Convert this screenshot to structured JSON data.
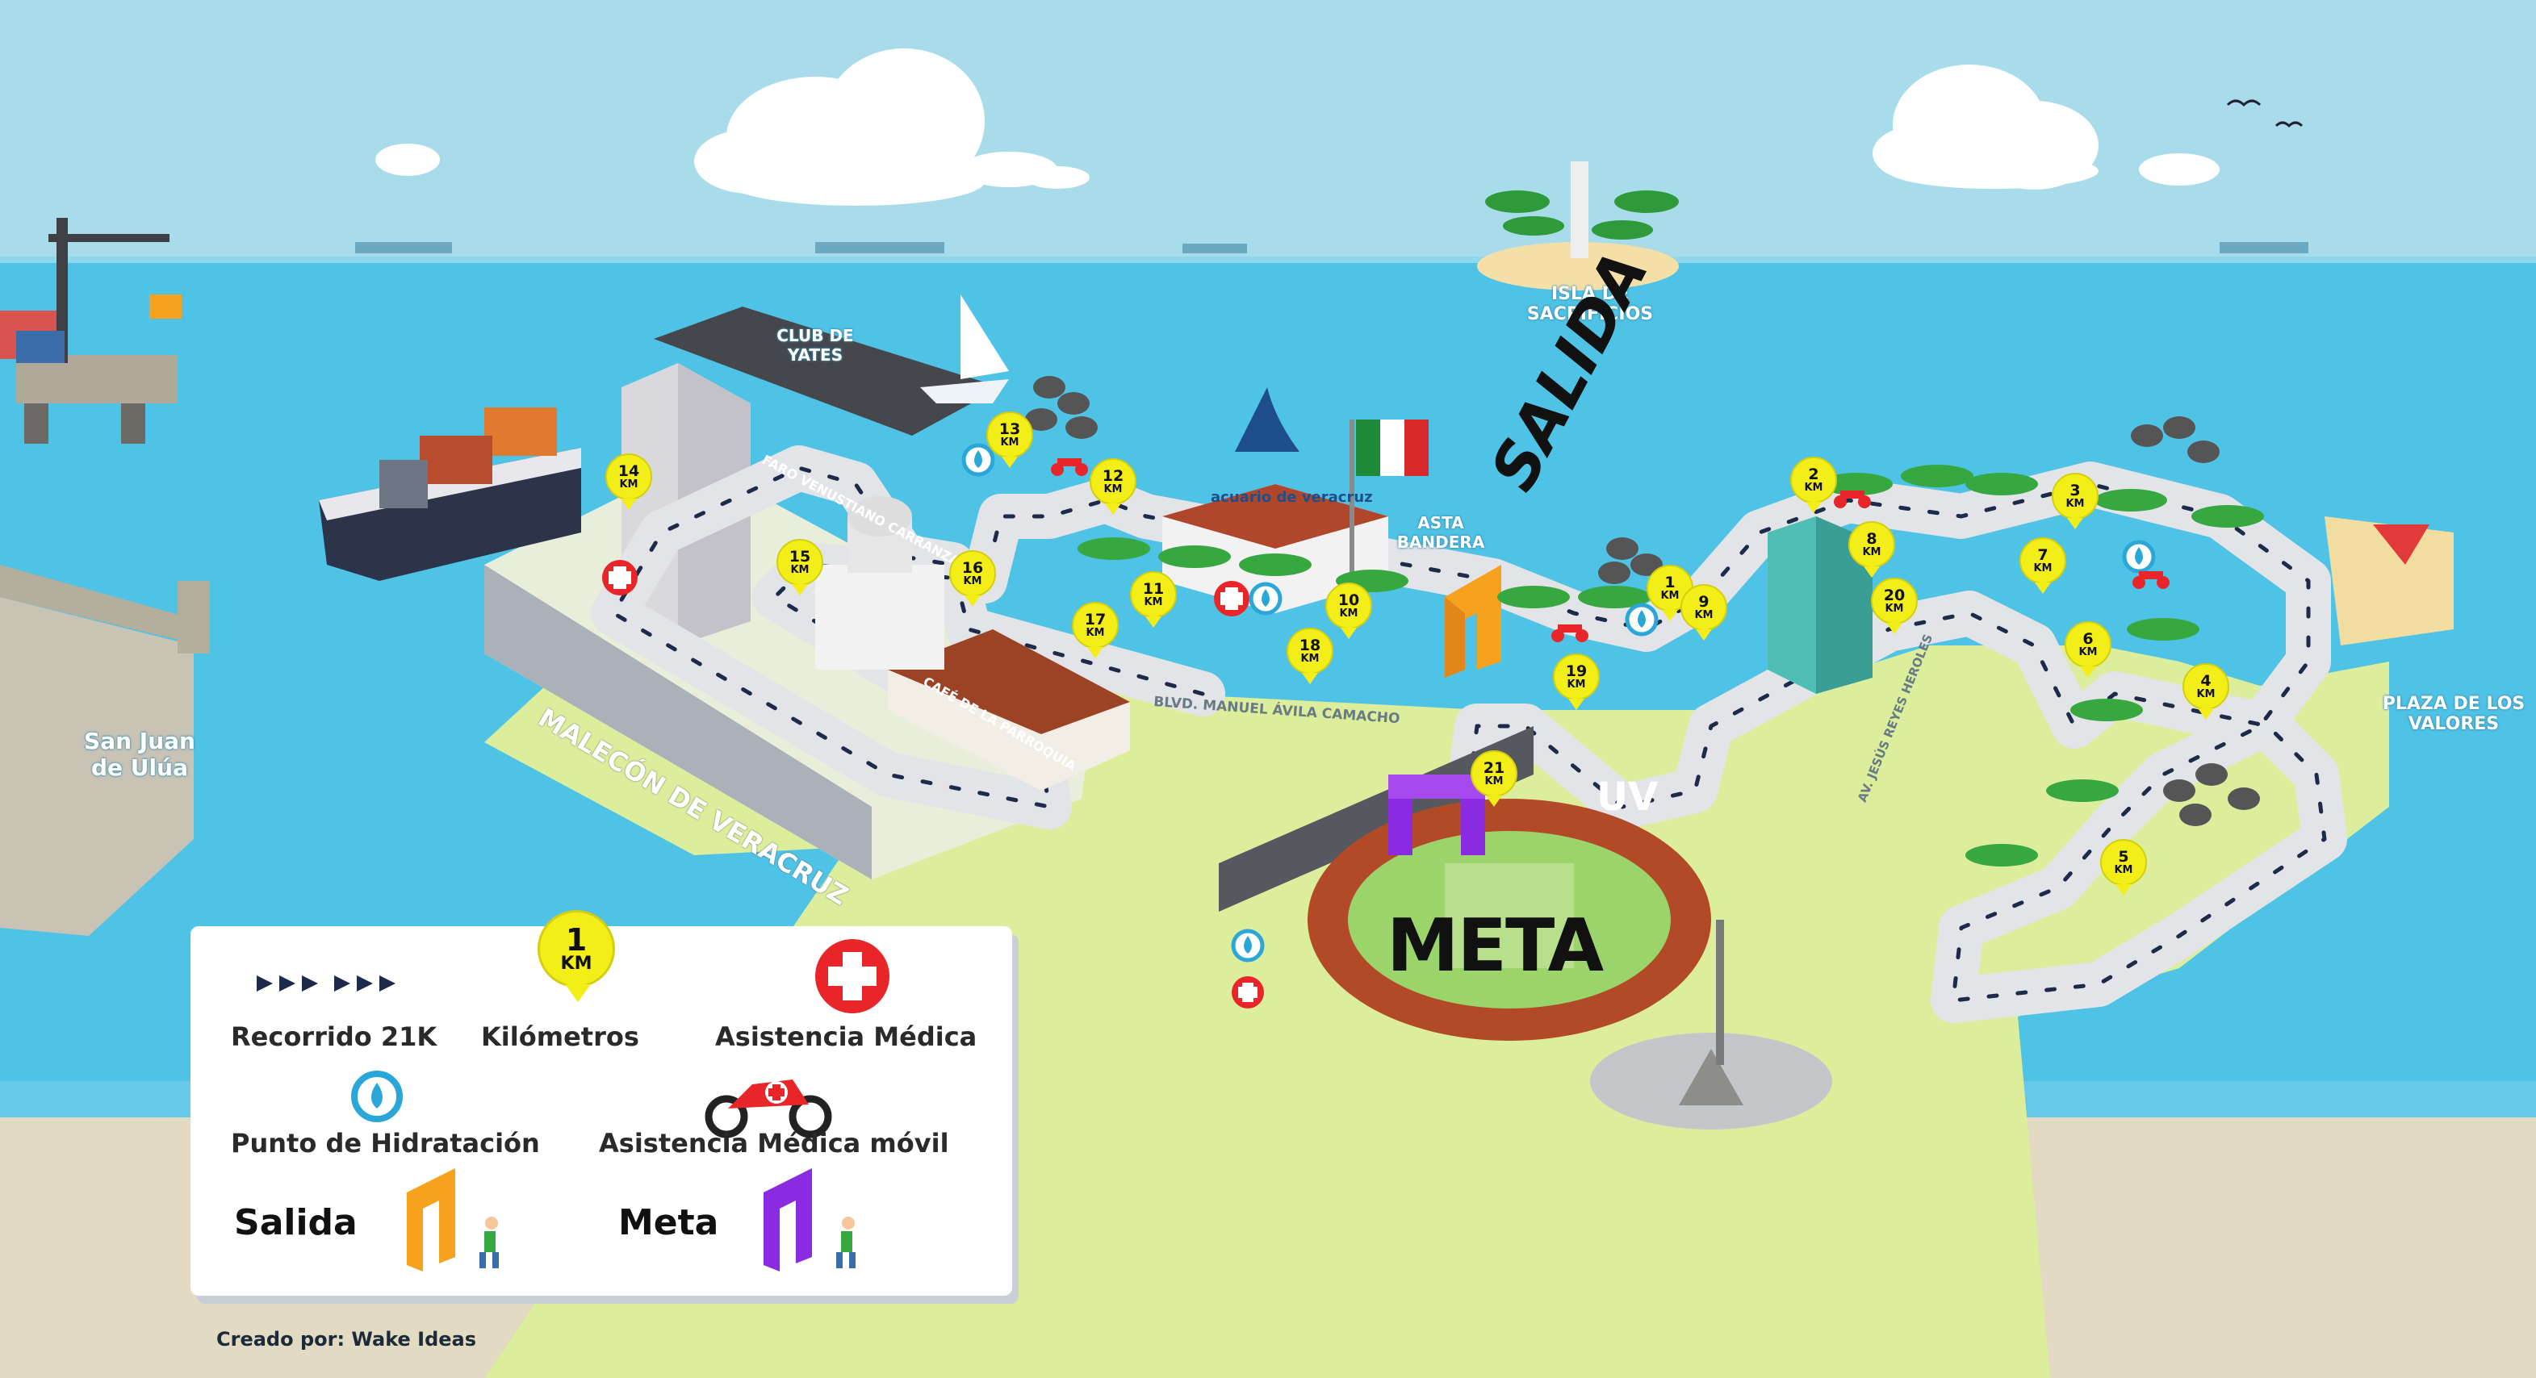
{
  "title_labels": {
    "salida": "SALIDA",
    "meta": "META",
    "uv": "UV"
  },
  "places": {
    "isla": "Isla de Sacrificios",
    "club_yates": "Club de Yates",
    "san_juan": "San Juan de Ulúa",
    "malecon": "Malecón de Veracruz",
    "cafe": "Café de la Parroquia",
    "faro": "Faro Venustiano Carranza",
    "acuario": "acuario de veracruz",
    "asta": "Asta Bandera",
    "blvd": "Blvd. Manuel Ávila Camacho",
    "av_jesus": "Av. Jesús Reyes Heroles",
    "plaza": "Plaza de Los Valores"
  },
  "km_markers": [
    {
      "n": "1",
      "unit": "KM"
    },
    {
      "n": "2",
      "unit": "KM"
    },
    {
      "n": "3",
      "unit": "KM"
    },
    {
      "n": "4",
      "unit": "KM"
    },
    {
      "n": "5",
      "unit": "KM"
    },
    {
      "n": "6",
      "unit": "KM"
    },
    {
      "n": "7",
      "unit": "KM"
    },
    {
      "n": "8",
      "unit": "KM"
    },
    {
      "n": "9",
      "unit": "KM"
    },
    {
      "n": "10",
      "unit": "KM"
    },
    {
      "n": "11",
      "unit": "KM"
    },
    {
      "n": "12",
      "unit": "KM"
    },
    {
      "n": "13",
      "unit": "KM"
    },
    {
      "n": "14",
      "unit": "KM"
    },
    {
      "n": "15",
      "unit": "KM"
    },
    {
      "n": "16",
      "unit": "KM"
    },
    {
      "n": "17",
      "unit": "KM"
    },
    {
      "n": "18",
      "unit": "KM"
    },
    {
      "n": "19",
      "unit": "KM"
    },
    {
      "n": "20",
      "unit": "KM"
    },
    {
      "n": "21",
      "unit": "KM"
    }
  ],
  "legend": {
    "recorrido": "Recorrido 21K",
    "kilometros": "Kilómetros",
    "km_sample_n": "1",
    "km_sample_u": "KM",
    "asistencia": "Asistencia Médica",
    "hidratacion": "Punto de Hidratación",
    "movil": "Asistencia Médica móvil",
    "salida": "Salida",
    "meta": "Meta"
  },
  "credit": "Creado por: Wake Ideas",
  "colors": {
    "sky": "#a9dcea",
    "sea": "#4fc3e6",
    "land": "#dcee9c",
    "marker": "#f3ee17",
    "salida_arch": "#f6a21c",
    "meta_arch": "#8a2be2",
    "medical": "#e8262a",
    "water": "#2aa7d8"
  }
}
